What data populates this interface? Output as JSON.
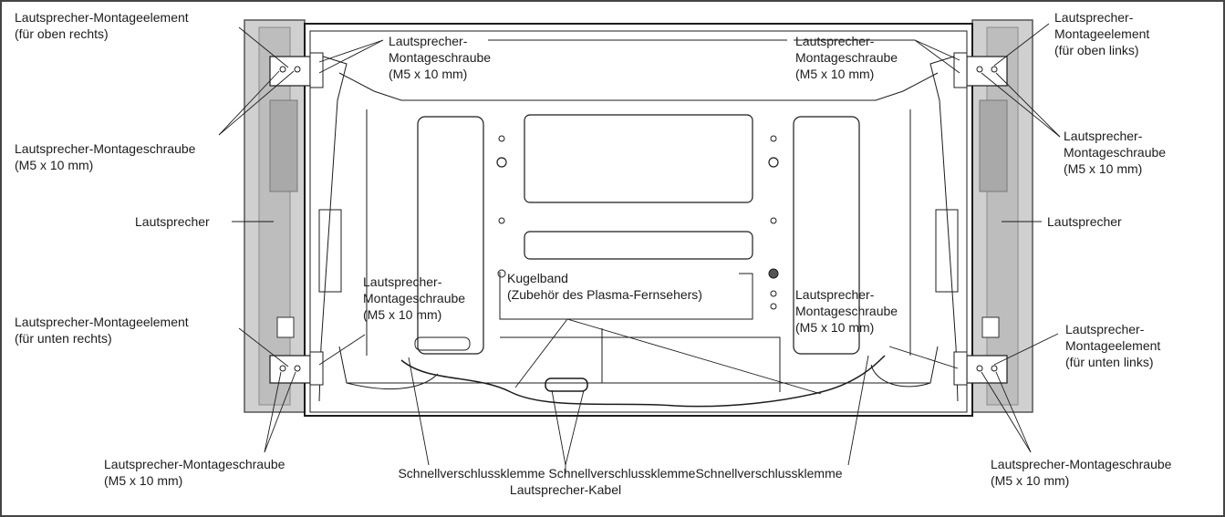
{
  "labels": {
    "mount_top_right": {
      "line1": "Lautsprecher-Montageelement",
      "line2": "(für oben rechts)"
    },
    "screw_top_left_inner": {
      "line1": "Lautsprecher-",
      "line2": "Montageschraube",
      "line3": "(M5 x 10 mm)"
    },
    "screw_top_right_inner": {
      "line1": "Lautsprecher-",
      "line2": "Montageschraube",
      "line3": "(M5 x 10 mm)"
    },
    "mount_top_left": {
      "line1": "Lautsprecher-",
      "line2": "Montageelement",
      "line3": "(für oben links)"
    },
    "screw_left_upper": {
      "line1": "Lautsprecher-Montageschraube",
      "line2": "(M5 x 10 mm)"
    },
    "screw_right_upper": {
      "line1": "Lautsprecher-",
      "line2": "Montageschraube",
      "line3": "(M5 x 10 mm)"
    },
    "speaker_left": {
      "text": "Lautsprecher"
    },
    "speaker_right": {
      "text": "Lautsprecher"
    },
    "screw_mid_left": {
      "line1": "Lautsprecher-",
      "line2": "Montageschraube",
      "line3": "(M5 x 10 mm)"
    },
    "ball_band": {
      "line1": "Kugelband",
      "line2": "(Zubehör des Plasma-Fernsehers)"
    },
    "screw_mid_right": {
      "line1": "Lautsprecher-",
      "line2": "Montageschraube",
      "line3": "(M5 x 10 mm)"
    },
    "mount_bottom_right": {
      "line1": "Lautsprecher-Montageelement",
      "line2": "(für unten rechts)"
    },
    "mount_bottom_left": {
      "line1": "Lautsprecher-",
      "line2": "Montageelement",
      "line3": "(für unten links)"
    },
    "screw_bottom_left": {
      "line1": "Lautsprecher-Montageschraube",
      "line2": "(M5 x 10 mm)"
    },
    "screw_bottom_right": {
      "line1": "Lautsprecher-Montageschraube",
      "line2": "(M5 x 10 mm)"
    },
    "clamps": {
      "text": "Schnellverschlussklemme SchnellverschlussklemmeSchnellverschlussklemme"
    },
    "speaker_cable": {
      "text": "Lautsprecher-Kabel"
    }
  },
  "colors": {
    "ink": "#1c1c1c",
    "speaker_fill": "#d0d0d0",
    "speaker_edge": "#8a8a8a",
    "panel_fill": "#ffffff"
  }
}
